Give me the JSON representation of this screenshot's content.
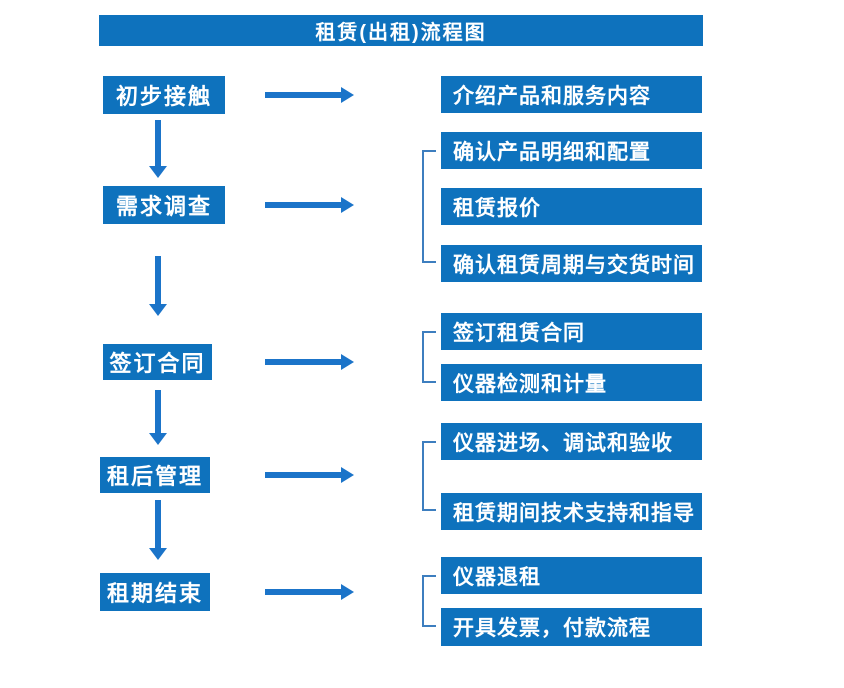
{
  "title": "租赁(出租)流程图",
  "colors": {
    "box_blue": "#0e72bd",
    "arrow_blue": "#1b74c9",
    "bracket_blue": "#3d7ebf",
    "text_white": "#ffffff",
    "bg": "#ffffff"
  },
  "flow": {
    "stages": [
      {
        "label": "初步接触",
        "details": [
          "介绍产品和服务内容"
        ]
      },
      {
        "label": "需求调查",
        "details": [
          "确认产品明细和配置",
          "租赁报价",
          "确认租赁周期与交货时间"
        ]
      },
      {
        "label": "签订合同",
        "details": [
          "签订租赁合同",
          "仪器检测和计量"
        ]
      },
      {
        "label": "租后管理",
        "details": [
          "仪器进场、调试和验收",
          "租赁期间技术支持和指导"
        ]
      },
      {
        "label": "租期结束",
        "details": [
          "仪器退租",
          "开具发票，付款流程"
        ]
      }
    ]
  }
}
